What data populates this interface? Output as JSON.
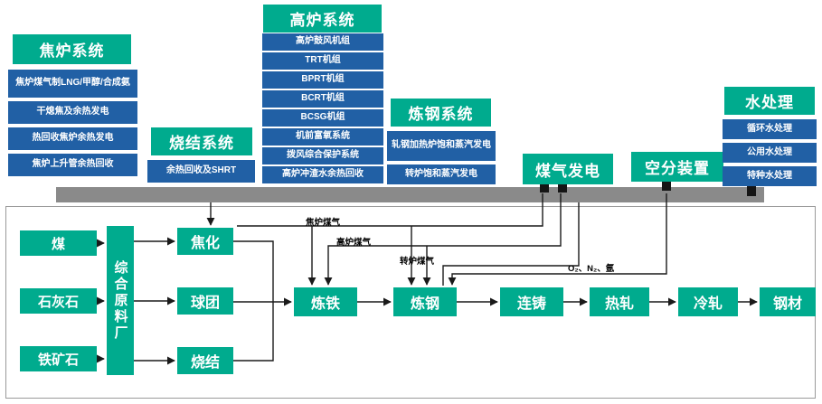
{
  "colors": {
    "green": "#00AB8E",
    "blue": "#2160A5",
    "gray": "#8A8A8A",
    "line": "#1a1a1a"
  },
  "systems": {
    "coke_oven": {
      "title": "焦炉系统",
      "items": [
        "焦炉煤气制LNG/甲醇/合成氨",
        "干熄焦及余热发电",
        "热回收焦炉余热发电",
        "焦炉上升管余热回收"
      ]
    },
    "sintering": {
      "title": "烧结系统",
      "items": [
        "余热回收及SHRT"
      ]
    },
    "blast_furnace": {
      "title": "高炉系统",
      "items": [
        "高炉鼓风机组",
        "TRT机组",
        "BPRT机组",
        "BCRT机组",
        "BCSG机组",
        "机前富氧系统",
        "拨风综合保护系统",
        "高炉冲渣水余热回收"
      ]
    },
    "steelmaking": {
      "title": "炼钢系统",
      "items": [
        "轧钢加热炉饱和蒸汽发电",
        "转炉饱和蒸汽发电"
      ]
    },
    "gas_power": {
      "title": "煤气发电"
    },
    "air_separation": {
      "title": "空分装置"
    },
    "water_treatment": {
      "title": "水处理",
      "items": [
        "循环水处理",
        "公用水处理",
        "特种水处理"
      ]
    }
  },
  "flow": {
    "inputs": [
      "煤",
      "石灰石",
      "铁矿石"
    ],
    "raw_material_plant": "综合原料厂",
    "pre_process": [
      "焦化",
      "球团",
      "烧结"
    ],
    "main_chain": [
      "炼铁",
      "炼钢",
      "连铸",
      "热轧",
      "冷轧",
      "钢材"
    ]
  },
  "gas_labels": {
    "coke_oven_gas": "焦炉煤气",
    "blast_furnace_gas": "高炉煤气",
    "converter_gas": "转炉煤气",
    "air_products": "O₂、N₂、氩"
  }
}
